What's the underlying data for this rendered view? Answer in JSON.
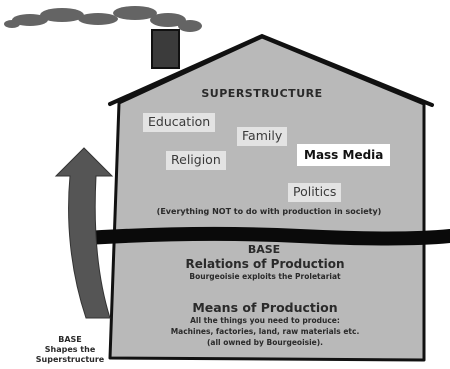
{
  "superstructure": {
    "title": "SUPERSTRUCTURE",
    "items": [
      "Education",
      "Family",
      "Religion",
      "Mass Media",
      "Politics"
    ],
    "caption": "(Everything NOT to do with production in society)"
  },
  "base": {
    "title": "BASE",
    "relations_title": "Relations of Production",
    "relations_sub": "Bourgeoisie exploits the Proletariat",
    "means_title": "Means of Production",
    "means_sub_1": "All the things you need to produce:",
    "means_sub_2": "Machines, factories, land, raw materials etc.",
    "means_sub_3": "(all owned by Bourgeoisie)."
  },
  "arrow_caption": {
    "line1": "BASE",
    "line2": "Shapes the",
    "line3": "Superstructure"
  },
  "colors": {
    "house_fill": "#b9b9b9",
    "outline": "#111111",
    "label_box": "#e3e3e3",
    "highlight_box": "#ffffff",
    "arrow": "#555555"
  }
}
